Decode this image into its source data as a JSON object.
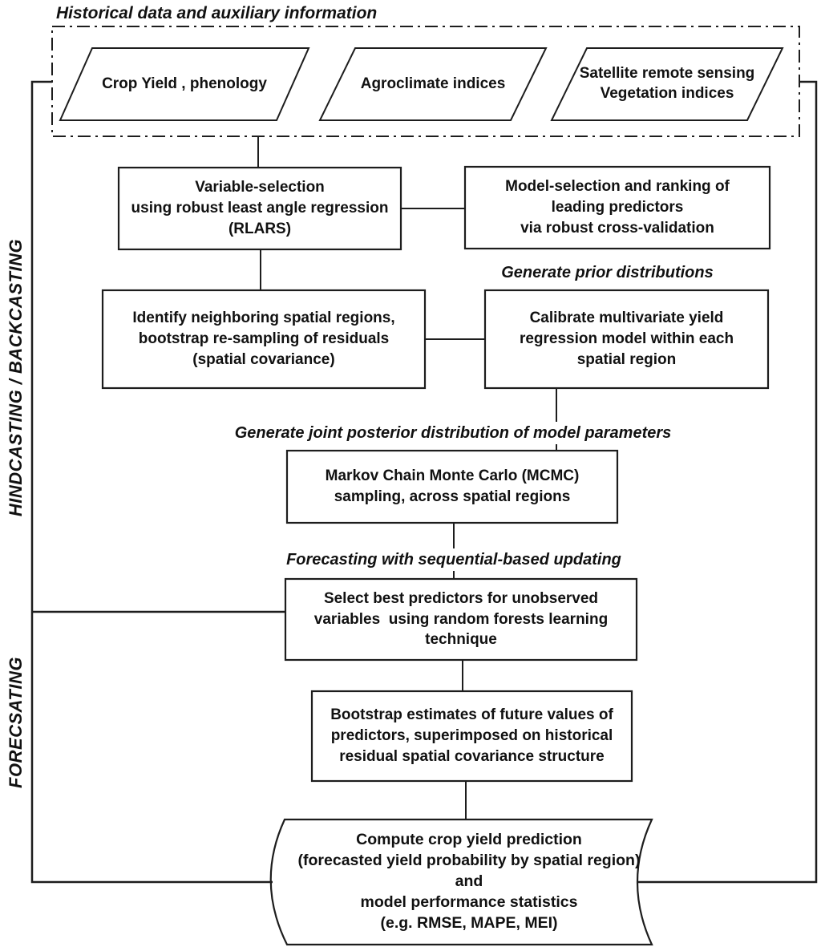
{
  "diagram": {
    "title": "Historical data and auxiliary information",
    "side_labels": {
      "upper": "HINDCASTING / BACKCASTING",
      "lower": "FORECSATING"
    },
    "inputs": [
      {
        "label": "Crop Yield , phenology"
      },
      {
        "label": "Agroclimate indices"
      },
      {
        "label": "Satellite remote sensing\nVegetation indices"
      }
    ],
    "nodes": {
      "variable_selection": "Variable-selection\nusing robust least angle regression\n(RLARS)",
      "model_selection": "Model-selection and ranking of\nleading predictors\nvia robust cross-validation",
      "identify_regions": "Identify neighboring spatial regions,\nbootstrap re-sampling of residuals\n(spatial covariance)",
      "calibrate_model": "Calibrate multivariate yield\nregression model within each\nspatial region",
      "mcmc_sampling": "Markov Chain Monte Carlo (MCMC)\nsampling, across spatial regions",
      "select_predictors": "Select best predictors for unobserved\nvariables  using random forests learning\ntechnique",
      "bootstrap_estimates": "Bootstrap estimates of future values of\npredictors, superimposed on historical\nresidual spatial covariance structure",
      "output_document": "Compute crop yield prediction\n(forecasted yield probability by spatial region)\nand\nmodel performance statistics\n(e.g. RMSE, MAPE, MEI)"
    },
    "stage_labels": {
      "prior": "Generate prior distributions",
      "posterior": "Generate joint posterior distribution of model parameters",
      "forecast_updating": "Forecasting with sequential-based updating"
    },
    "colors": {
      "stroke": "#1d1d1d",
      "text": "#111111",
      "background": "#ffffff"
    }
  }
}
